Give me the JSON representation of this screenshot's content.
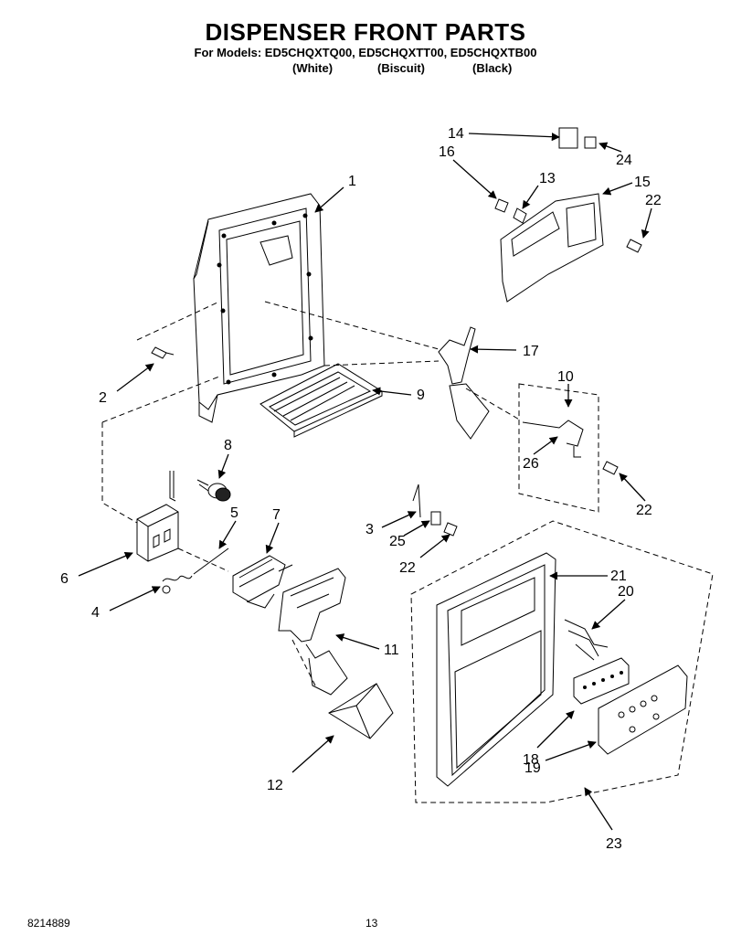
{
  "title": "DISPENSER FRONT PARTS",
  "models_line": "For Models: ED5CHQXTQ00, ED5CHQXTT00, ED5CHQXTB00",
  "finishes": [
    "(White)",
    "(Biscuit)",
    "(Black)"
  ],
  "footer": {
    "doc_number": "8214889",
    "page_number": "13"
  },
  "callouts": [
    {
      "id": "c1",
      "label": "1"
    },
    {
      "id": "c2",
      "label": "2"
    },
    {
      "id": "c3",
      "label": "3"
    },
    {
      "id": "c4",
      "label": "4"
    },
    {
      "id": "c5",
      "label": "5"
    },
    {
      "id": "c6",
      "label": "6"
    },
    {
      "id": "c7",
      "label": "7"
    },
    {
      "id": "c8",
      "label": "8"
    },
    {
      "id": "c9",
      "label": "9"
    },
    {
      "id": "c10",
      "label": "10"
    },
    {
      "id": "c11",
      "label": "11"
    },
    {
      "id": "c12",
      "label": "12"
    },
    {
      "id": "c13",
      "label": "13"
    },
    {
      "id": "c14",
      "label": "14"
    },
    {
      "id": "c15",
      "label": "15"
    },
    {
      "id": "c16",
      "label": "16"
    },
    {
      "id": "c17",
      "label": "17"
    },
    {
      "id": "c18",
      "label": "18"
    },
    {
      "id": "c19",
      "label": "19"
    },
    {
      "id": "c20",
      "label": "20"
    },
    {
      "id": "c21",
      "label": "21"
    },
    {
      "id": "c22a",
      "label": "22"
    },
    {
      "id": "c22b",
      "label": "22"
    },
    {
      "id": "c22c",
      "label": "22"
    },
    {
      "id": "c23",
      "label": "23"
    },
    {
      "id": "c24",
      "label": "24"
    },
    {
      "id": "c25",
      "label": "25"
    },
    {
      "id": "c26",
      "label": "26"
    }
  ]
}
